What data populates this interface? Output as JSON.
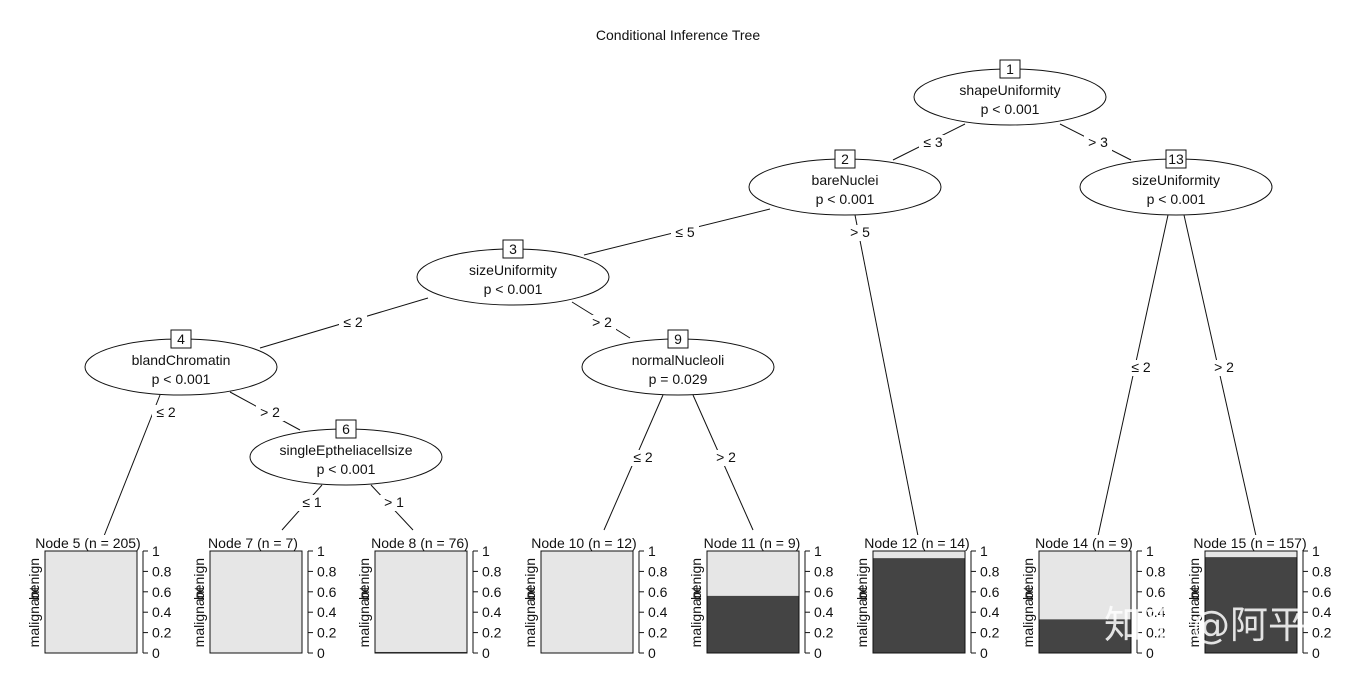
{
  "title": "Conditional Inference Tree",
  "watermark": "知乎 @阿平",
  "colors": {
    "benign": "#e6e6e6",
    "malignant": "#444444",
    "stroke": "#111111"
  },
  "inner_nodes": [
    {
      "id": 1,
      "label": "shapeUniformity",
      "p": "p < 0.001"
    },
    {
      "id": 2,
      "label": "bareNuclei",
      "p": "p < 0.001"
    },
    {
      "id": 13,
      "label": "sizeUniformity",
      "p": "p < 0.001"
    },
    {
      "id": 3,
      "label": "sizeUniformity",
      "p": "p < 0.001"
    },
    {
      "id": 4,
      "label": "blandChromatin",
      "p": "p < 0.001"
    },
    {
      "id": 9,
      "label": "normalNucleoli",
      "p": "p = 0.029"
    },
    {
      "id": 6,
      "label": "singleEptheliacellsize",
      "p": "p < 0.001"
    }
  ],
  "edge_labels": [
    {
      "from": 1,
      "to": 2,
      "text": "≤ 3"
    },
    {
      "from": 1,
      "to": 13,
      "text": "> 3"
    },
    {
      "from": 2,
      "to": 3,
      "text": "≤ 5"
    },
    {
      "from": 2,
      "to": 12,
      "text": "> 5"
    },
    {
      "from": 3,
      "to": 4,
      "text": "≤ 2"
    },
    {
      "from": 3,
      "to": 9,
      "text": "> 2"
    },
    {
      "from": 4,
      "to": 5,
      "text": "≤ 2"
    },
    {
      "from": 4,
      "to": 6,
      "text": "> 2"
    },
    {
      "from": 6,
      "to": 7,
      "text": "≤ 1"
    },
    {
      "from": 6,
      "to": 8,
      "text": "> 1"
    },
    {
      "from": 9,
      "to": 10,
      "text": "≤ 2"
    },
    {
      "from": 9,
      "to": 11,
      "text": "> 2"
    },
    {
      "from": 13,
      "to": 14,
      "text": "≤ 2"
    },
    {
      "from": 13,
      "to": 15,
      "text": "> 2"
    }
  ],
  "terminal_nodes": [
    {
      "id": 5,
      "title": "Node 5 (n = 205)",
      "malignant": 0.0
    },
    {
      "id": 7,
      "title": "Node 7 (n = 7)",
      "malignant": 0.0
    },
    {
      "id": 8,
      "title": "Node 8 (n = 76)",
      "malignant": 0.01
    },
    {
      "id": 10,
      "title": "Node 10 (n = 12)",
      "malignant": 0.0
    },
    {
      "id": 11,
      "title": "Node 11 (n = 9)",
      "malignant": 0.56
    },
    {
      "id": 12,
      "title": "Node 12 (n = 14)",
      "malignant": 0.93
    },
    {
      "id": 14,
      "title": "Node 14 (n = 9)",
      "malignant": 0.33
    },
    {
      "id": 15,
      "title": "Node 15 (n = 157)",
      "malignant": 0.94
    }
  ],
  "class_labels": {
    "benign": "benign",
    "malignant": "malignant"
  },
  "axis_ticks": [
    "0",
    "0.2",
    "0.4",
    "0.6",
    "0.8",
    "1"
  ]
}
